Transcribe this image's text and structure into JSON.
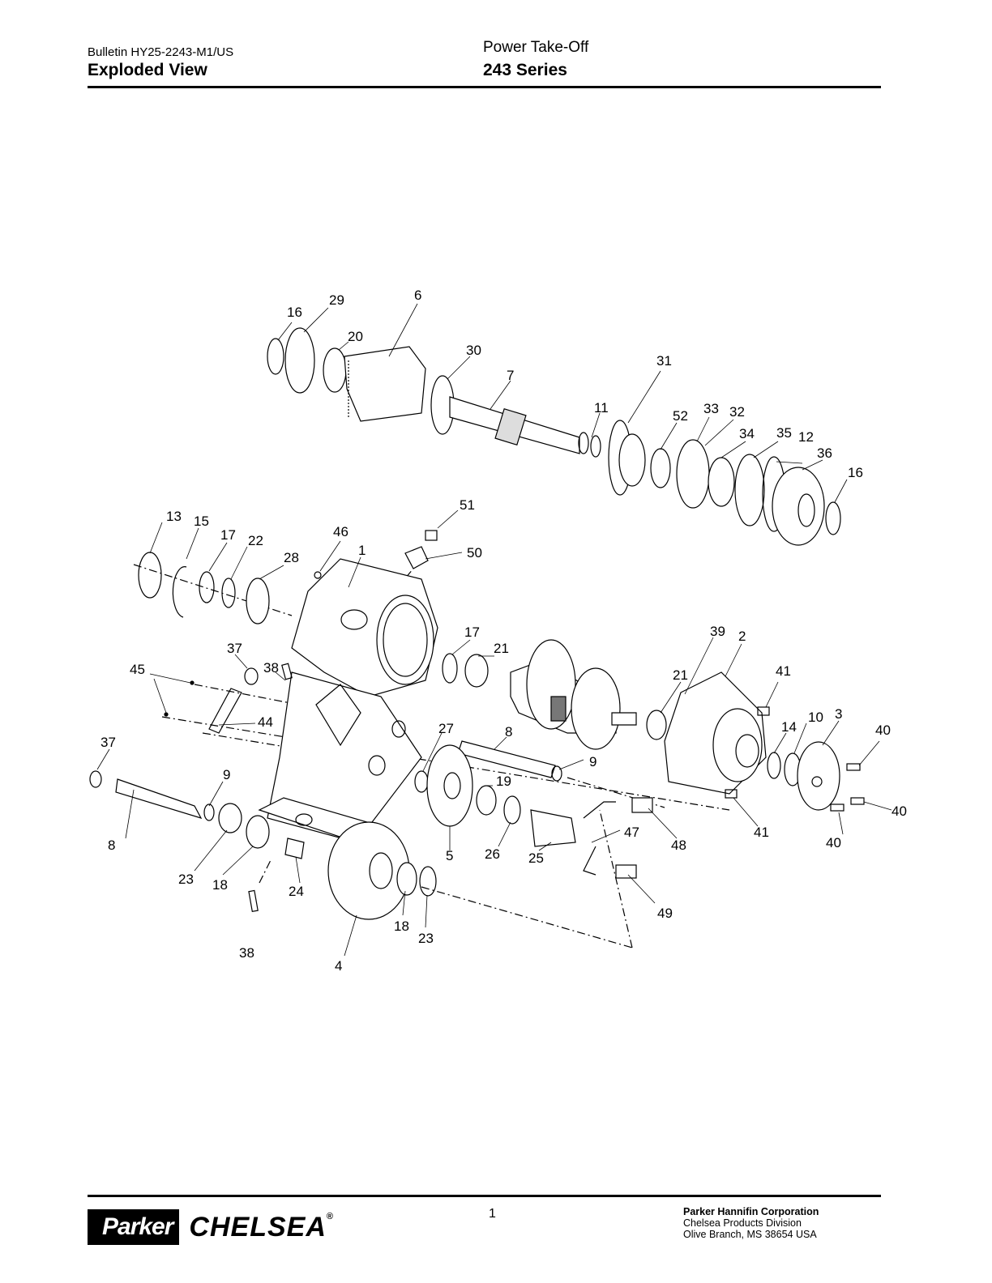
{
  "header": {
    "bulletin": "Bulletin HY25-2243-M1/US",
    "section": "Exploded View",
    "product": "Power Take-Off",
    "series": "243 Series"
  },
  "diagram": {
    "labels": [
      "16",
      "29",
      "20",
      "6",
      "30",
      "7",
      "11",
      "31",
      "52",
      "33",
      "32",
      "34",
      "35",
      "12",
      "36",
      "16",
      "51",
      "50",
      "13",
      "15",
      "17",
      "22",
      "28",
      "46",
      "1",
      "17",
      "21",
      "37",
      "38",
      "45",
      "44",
      "39",
      "2",
      "41",
      "21",
      "14",
      "10",
      "3",
      "40",
      "37",
      "27",
      "8",
      "9",
      "19",
      "9",
      "23",
      "18",
      "24",
      "5",
      "26",
      "25",
      "47",
      "48",
      "41",
      "40",
      "40",
      "8",
      "18",
      "23",
      "38",
      "4",
      "49"
    ]
  },
  "footer": {
    "page_number": "1",
    "brand_parker": "Parker",
    "brand_chelsea": "CHELSEA",
    "reg_mark": "®",
    "company": "Parker Hannifin Corporation",
    "division": "Chelsea Products Division",
    "address": "Olive Branch, MS 38654  USA"
  }
}
